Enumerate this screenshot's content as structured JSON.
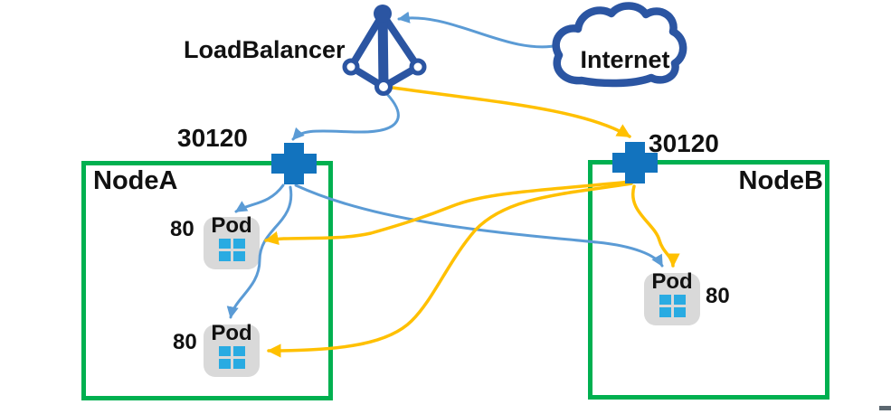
{
  "loadbalancer": {
    "label": "LoadBalancer"
  },
  "internet": {
    "label": "Internet"
  },
  "nodeA": {
    "name": "NodeA",
    "node_port": "30120",
    "pods": [
      {
        "label": "Pod",
        "port": "80"
      },
      {
        "label": "Pod",
        "port": "80"
      }
    ]
  },
  "nodeB": {
    "name": "NodeB",
    "node_port": "30120",
    "pods": [
      {
        "label": "Pod",
        "port": "80"
      }
    ]
  },
  "colors": {
    "arrow_blue": "#5B9BD5",
    "arrow_yellow": "#FFC000",
    "node_border": "#00B050",
    "port_icon": "#1273BE",
    "pod_tile": "#29ABE2",
    "brand_dark_blue": "#2B55A2",
    "pod_background": "#D9D9D9",
    "text": "#111111"
  }
}
